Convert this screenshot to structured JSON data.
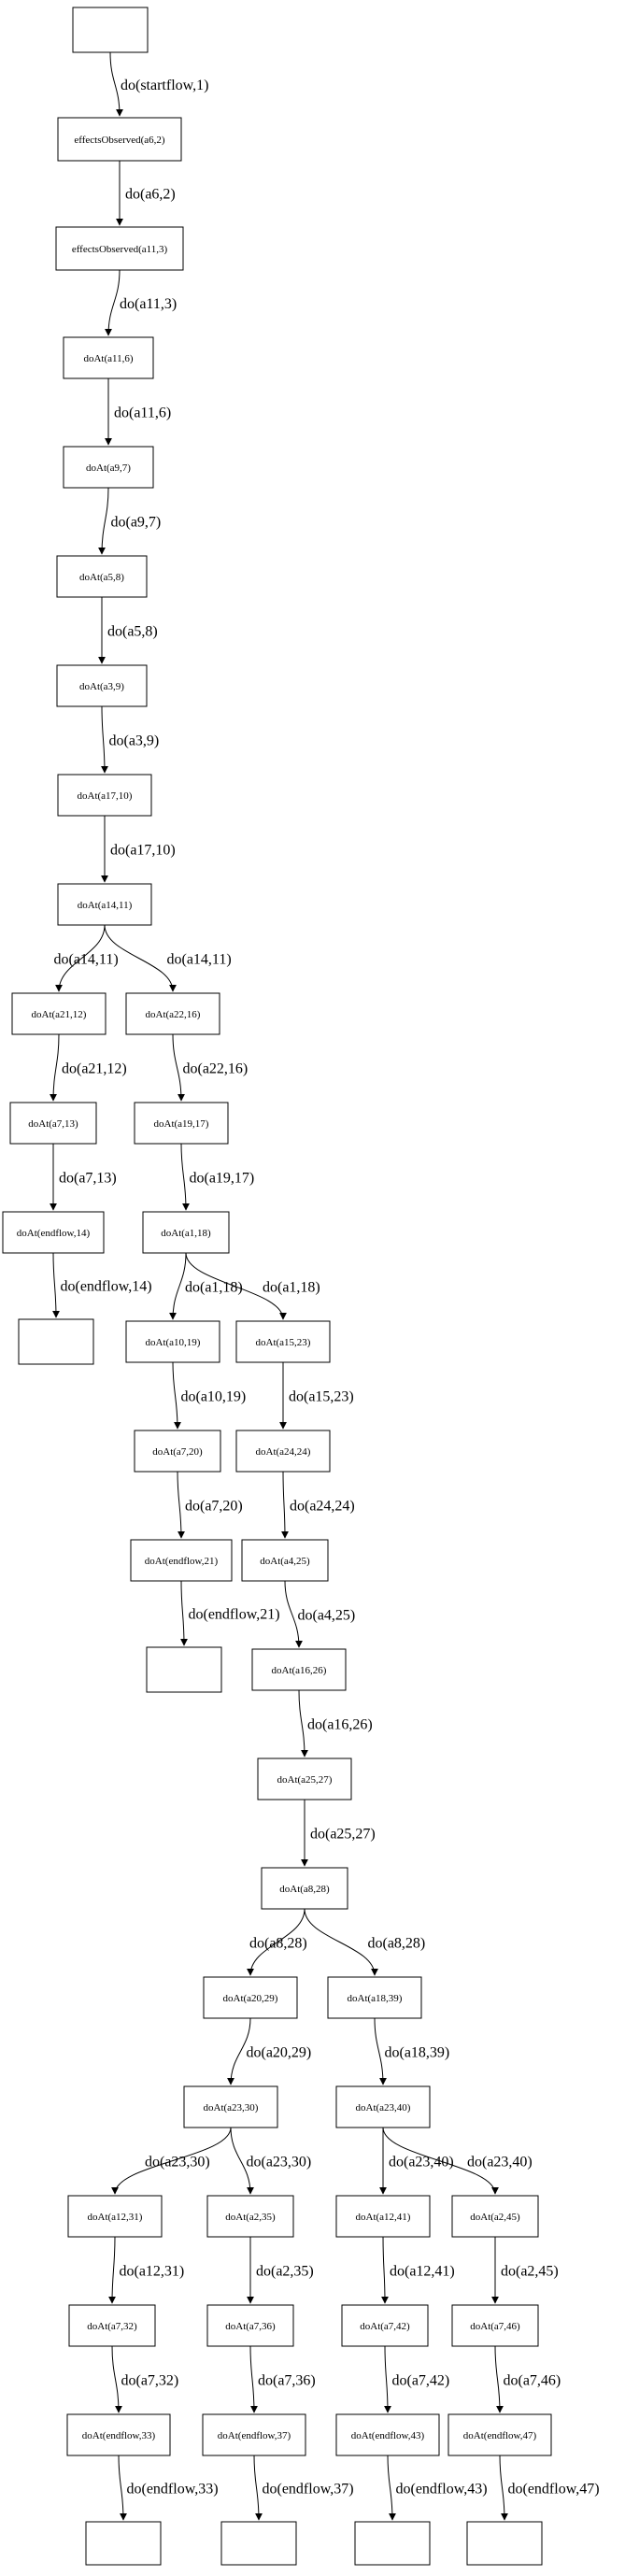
{
  "diagram": {
    "type": "directed-graph",
    "colors": {
      "background": "#ffffff",
      "node_fill": "#ffffff",
      "node_border": "#000000",
      "edge": "#000000",
      "text": "#000000"
    },
    "nodes": [
      {
        "id": "start",
        "label": ""
      },
      {
        "id": "eo_a6_2",
        "label": "effectsObserved(a6,2)"
      },
      {
        "id": "eo_a11_3",
        "label": "effectsObserved(a11,3)"
      },
      {
        "id": "a11_6",
        "label": "doAt(a11,6)"
      },
      {
        "id": "a9_7",
        "label": "doAt(a9,7)"
      },
      {
        "id": "a5_8",
        "label": "doAt(a5,8)"
      },
      {
        "id": "a3_9",
        "label": "doAt(a3,9)"
      },
      {
        "id": "a17_10",
        "label": "doAt(a17,10)"
      },
      {
        "id": "a14_11",
        "label": "doAt(a14,11)"
      },
      {
        "id": "a21_12",
        "label": "doAt(a21,12)"
      },
      {
        "id": "a22_16",
        "label": "doAt(a22,16)"
      },
      {
        "id": "a7_13",
        "label": "doAt(a7,13)"
      },
      {
        "id": "a19_17",
        "label": "doAt(a19,17)"
      },
      {
        "id": "ef_14",
        "label": "doAt(endflow,14)"
      },
      {
        "id": "a1_18",
        "label": "doAt(a1,18)"
      },
      {
        "id": "empty1",
        "label": ""
      },
      {
        "id": "a10_19",
        "label": "doAt(a10,19)"
      },
      {
        "id": "a15_23",
        "label": "doAt(a15,23)"
      },
      {
        "id": "a7_20",
        "label": "doAt(a7,20)"
      },
      {
        "id": "a24_24",
        "label": "doAt(a24,24)"
      },
      {
        "id": "ef_21",
        "label": "doAt(endflow,21)"
      },
      {
        "id": "a4_25",
        "label": "doAt(a4,25)"
      },
      {
        "id": "empty2",
        "label": ""
      },
      {
        "id": "a16_26",
        "label": "doAt(a16,26)"
      },
      {
        "id": "a25_27",
        "label": "doAt(a25,27)"
      },
      {
        "id": "a8_28",
        "label": "doAt(a8,28)"
      },
      {
        "id": "a20_29",
        "label": "doAt(a20,29)"
      },
      {
        "id": "a18_39",
        "label": "doAt(a18,39)"
      },
      {
        "id": "a23_30",
        "label": "doAt(a23,30)"
      },
      {
        "id": "a23_40",
        "label": "doAt(a23,40)"
      },
      {
        "id": "a12_31",
        "label": "doAt(a12,31)"
      },
      {
        "id": "a2_35",
        "label": "doAt(a2,35)"
      },
      {
        "id": "a12_41",
        "label": "doAt(a12,41)"
      },
      {
        "id": "a2_45",
        "label": "doAt(a2,45)"
      },
      {
        "id": "a7_32",
        "label": "doAt(a7,32)"
      },
      {
        "id": "a7_36",
        "label": "doAt(a7,36)"
      },
      {
        "id": "a7_42",
        "label": "doAt(a7,42)"
      },
      {
        "id": "a7_46",
        "label": "doAt(a7,46)"
      },
      {
        "id": "ef_33",
        "label": "doAt(endflow,33)"
      },
      {
        "id": "ef_37",
        "label": "doAt(endflow,37)"
      },
      {
        "id": "ef_43",
        "label": "doAt(endflow,43)"
      },
      {
        "id": "ef_47",
        "label": "doAt(endflow,47)"
      },
      {
        "id": "empty3",
        "label": ""
      },
      {
        "id": "empty4",
        "label": ""
      },
      {
        "id": "empty5",
        "label": ""
      },
      {
        "id": "empty6",
        "label": ""
      }
    ],
    "edges": [
      {
        "from": "start",
        "to": "eo_a6_2",
        "label": "do(startflow,1)"
      },
      {
        "from": "eo_a6_2",
        "to": "eo_a11_3",
        "label": "do(a6,2)"
      },
      {
        "from": "eo_a11_3",
        "to": "a11_6",
        "label": "do(a11,3)"
      },
      {
        "from": "a11_6",
        "to": "a9_7",
        "label": "do(a11,6)"
      },
      {
        "from": "a9_7",
        "to": "a5_8",
        "label": "do(a9,7)"
      },
      {
        "from": "a5_8",
        "to": "a3_9",
        "label": "do(a5,8)"
      },
      {
        "from": "a3_9",
        "to": "a17_10",
        "label": "do(a3,9)"
      },
      {
        "from": "a17_10",
        "to": "a14_11",
        "label": "do(a17,10)"
      },
      {
        "from": "a14_11",
        "to": "a21_12",
        "label": "do(a14,11)"
      },
      {
        "from": "a14_11",
        "to": "a22_16",
        "label": "do(a14,11)"
      },
      {
        "from": "a21_12",
        "to": "a7_13",
        "label": "do(a21,12)"
      },
      {
        "from": "a7_13",
        "to": "ef_14",
        "label": "do(a7,13)"
      },
      {
        "from": "ef_14",
        "to": "empty1",
        "label": "do(endflow,14)"
      },
      {
        "from": "a22_16",
        "to": "a19_17",
        "label": "do(a22,16)"
      },
      {
        "from": "a19_17",
        "to": "a1_18",
        "label": "do(a19,17)"
      },
      {
        "from": "a1_18",
        "to": "a10_19",
        "label": "do(a1,18)"
      },
      {
        "from": "a1_18",
        "to": "a15_23",
        "label": "do(a1,18)"
      },
      {
        "from": "a10_19",
        "to": "a7_20",
        "label": "do(a10,19)"
      },
      {
        "from": "a7_20",
        "to": "ef_21",
        "label": "do(a7,20)"
      },
      {
        "from": "ef_21",
        "to": "empty2",
        "label": "do(endflow,21)"
      },
      {
        "from": "a15_23",
        "to": "a24_24",
        "label": "do(a15,23)"
      },
      {
        "from": "a24_24",
        "to": "a4_25",
        "label": "do(a24,24)"
      },
      {
        "from": "a4_25",
        "to": "a16_26",
        "label": "do(a4,25)"
      },
      {
        "from": "a16_26",
        "to": "a25_27",
        "label": "do(a16,26)"
      },
      {
        "from": "a25_27",
        "to": "a8_28",
        "label": "do(a25,27)"
      },
      {
        "from": "a8_28",
        "to": "a20_29",
        "label": "do(a8,28)"
      },
      {
        "from": "a8_28",
        "to": "a18_39",
        "label": "do(a8,28)"
      },
      {
        "from": "a20_29",
        "to": "a23_30",
        "label": "do(a20,29)"
      },
      {
        "from": "a18_39",
        "to": "a23_40",
        "label": "do(a18,39)"
      },
      {
        "from": "a23_30",
        "to": "a12_31",
        "label": "do(a23,30)"
      },
      {
        "from": "a23_30",
        "to": "a2_35",
        "label": "do(a23,30)"
      },
      {
        "from": "a23_40",
        "to": "a12_41",
        "label": "do(a23,40)"
      },
      {
        "from": "a23_40",
        "to": "a2_45",
        "label": "do(a23,40)"
      },
      {
        "from": "a12_31",
        "to": "a7_32",
        "label": "do(a12,31)"
      },
      {
        "from": "a2_35",
        "to": "a7_36",
        "label": "do(a2,35)"
      },
      {
        "from": "a12_41",
        "to": "a7_42",
        "label": "do(a12,41)"
      },
      {
        "from": "a2_45",
        "to": "a7_46",
        "label": "do(a2,45)"
      },
      {
        "from": "a7_32",
        "to": "ef_33",
        "label": "do(a7,32)"
      },
      {
        "from": "a7_36",
        "to": "ef_37",
        "label": "do(a7,36)"
      },
      {
        "from": "a7_42",
        "to": "ef_43",
        "label": "do(a7,42)"
      },
      {
        "from": "a7_46",
        "to": "ef_47",
        "label": "do(a7,46)"
      },
      {
        "from": "ef_33",
        "to": "empty3",
        "label": "do(endflow,33)"
      },
      {
        "from": "ef_37",
        "to": "empty4",
        "label": "do(endflow,37)"
      },
      {
        "from": "ef_43",
        "to": "empty5",
        "label": "do(endflow,43)"
      },
      {
        "from": "ef_47",
        "to": "empty6",
        "label": "do(endflow,47)"
      }
    ]
  }
}
